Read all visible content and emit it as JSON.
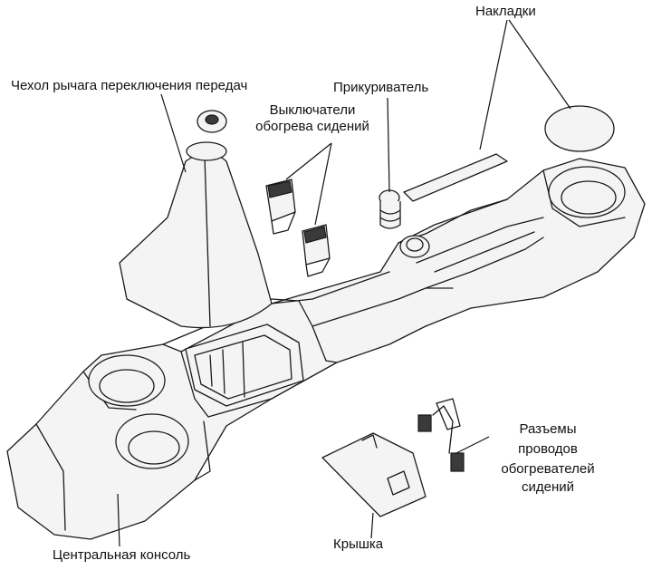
{
  "labels": {
    "overlays": "Накладки",
    "gear_boot": "Чехол рычага переключения передач",
    "lighter": "Прикуриватель",
    "seat_heater_switches_1": "Выключатели",
    "seat_heater_switches_2": "обогрева сидений",
    "connectors_1": "Разъемы",
    "connectors_2": "проводов",
    "connectors_3": "обогревателей",
    "connectors_4": "сидений",
    "cover": "Крышка",
    "center_console": "Центральная консоль"
  }
}
